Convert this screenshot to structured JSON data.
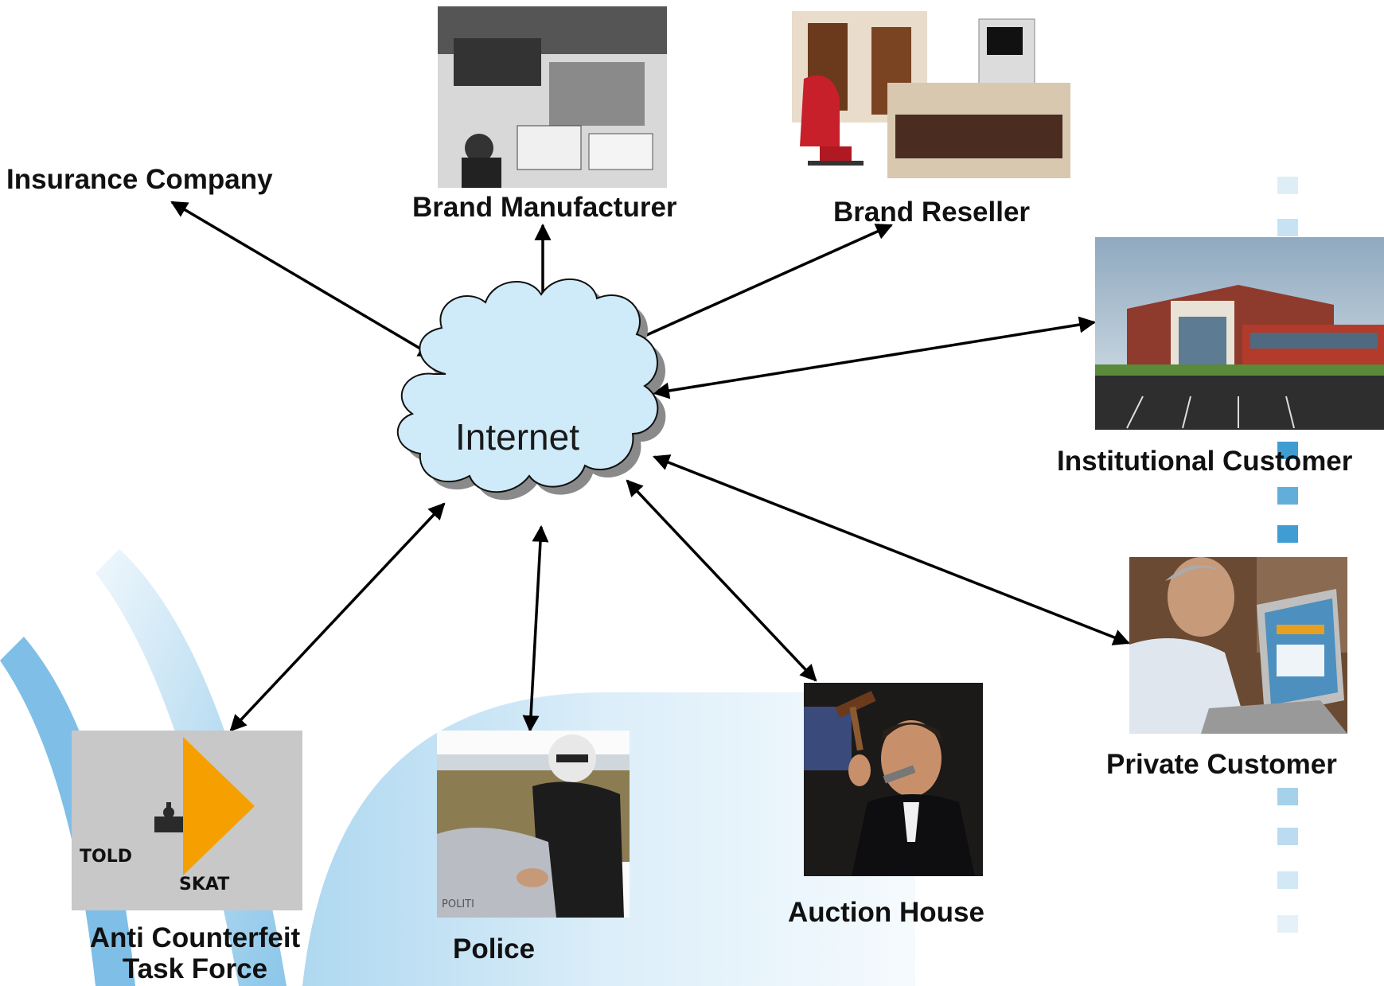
{
  "center": {
    "label": "Internet"
  },
  "nodes": {
    "insurance": {
      "label": "Insurance Company"
    },
    "manufacturer": {
      "label": "Brand Manufacturer"
    },
    "reseller": {
      "label": "Brand Reseller"
    },
    "institutional": {
      "label": "Institutional Customer"
    },
    "private": {
      "label": "Private Customer"
    },
    "auction": {
      "label": "Auction House"
    },
    "police": {
      "label": "Police",
      "photo_caption": "POLITI"
    },
    "task_force": {
      "label_line1": "Anti Counterfeit",
      "label_line2": "Task Force",
      "logo_text1": "TOLD",
      "logo_text2": "SKAT"
    }
  },
  "colors": {
    "cloud_fill": "#cfeaf8",
    "cloud_shadow": "#8a8a8a",
    "arrow": "#000000",
    "background_arc": "#6fb6e0",
    "side_squares": "#1f8ccc",
    "logo_orange": "#f5a000"
  }
}
